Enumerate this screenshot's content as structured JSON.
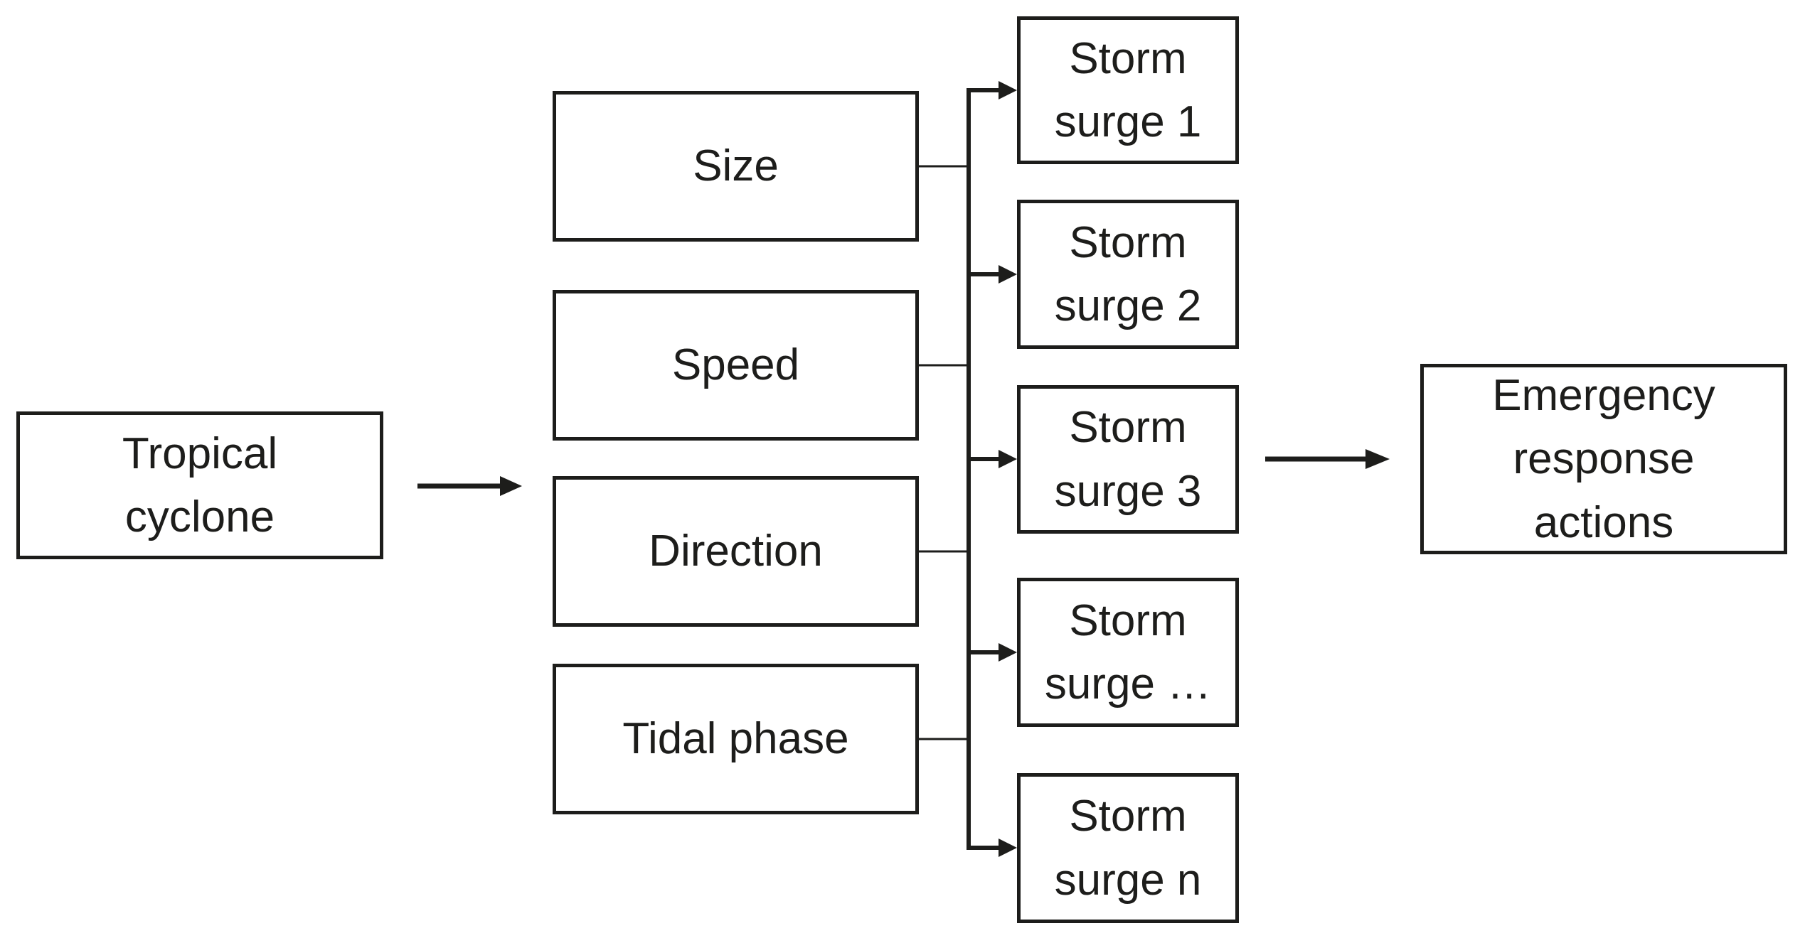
{
  "colors": {
    "ink": "#1d1d1b",
    "background": "#ffffff"
  },
  "nodes": {
    "tropical_cyclone": {
      "label": "Tropical\ncyclone"
    },
    "size": {
      "label": "Size"
    },
    "speed": {
      "label": "Speed"
    },
    "direction": {
      "label": "Direction"
    },
    "tidal_phase": {
      "label": "Tidal phase"
    },
    "storm_surge_1": {
      "label": "Storm\nsurge 1"
    },
    "storm_surge_2": {
      "label": "Storm\nsurge 2"
    },
    "storm_surge_3": {
      "label": "Storm\nsurge 3"
    },
    "storm_surge_dots": {
      "label": "Storm\nsurge …"
    },
    "storm_surge_n": {
      "label": "Storm\nsurge n"
    },
    "emergency_response": {
      "label": "Emergency\nresponse\nactions"
    }
  },
  "edges": [
    {
      "from": "tropical_cyclone",
      "to": "factor_column",
      "style": "arrow"
    },
    {
      "from": "size",
      "to": "surge_bus",
      "style": "line"
    },
    {
      "from": "speed",
      "to": "surge_bus",
      "style": "line"
    },
    {
      "from": "direction",
      "to": "surge_bus",
      "style": "line"
    },
    {
      "from": "tidal_phase",
      "to": "surge_bus",
      "style": "line"
    },
    {
      "from": "surge_bus",
      "to": "storm_surge_1",
      "style": "arrow"
    },
    {
      "from": "surge_bus",
      "to": "storm_surge_2",
      "style": "arrow"
    },
    {
      "from": "surge_bus",
      "to": "storm_surge_3",
      "style": "arrow"
    },
    {
      "from": "surge_bus",
      "to": "storm_surge_dots",
      "style": "arrow"
    },
    {
      "from": "surge_bus",
      "to": "storm_surge_n",
      "style": "arrow"
    },
    {
      "from": "storm_surge_group",
      "to": "emergency_response",
      "style": "arrow"
    }
  ]
}
